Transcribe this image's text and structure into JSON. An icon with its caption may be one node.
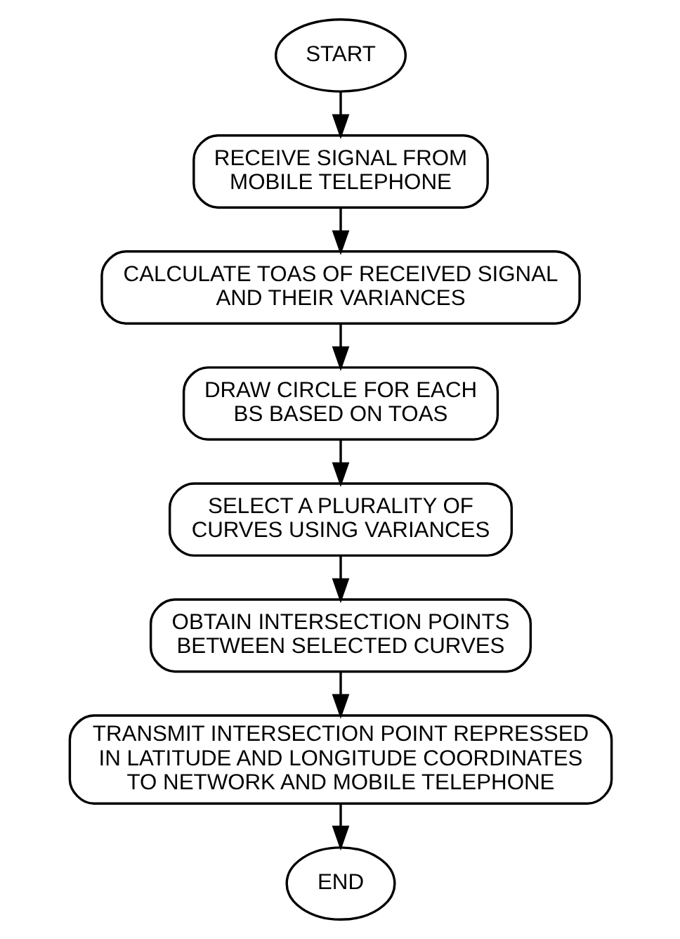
{
  "diagram": {
    "nodes": [
      {
        "text": [
          "START"
        ]
      },
      {
        "text": [
          "RECEIVE SIGNAL FROM MOBILE TELEPHONE"
        ]
      },
      {
        "text": [
          "CALCULATE TOAS OF RECEIVED SIGNAL AND THEIR VARIANCES"
        ]
      },
      {
        "text": [
          "DRAW CIRCLE FOR EACH BS BASED ON TOAS"
        ]
      },
      {
        "text": [
          "SELECT A PLURALITY OF CURVES USING VARIANCES"
        ]
      },
      {
        "text": [
          "OBTAIN INTERSECTION POINTS BETWEEN SELECTED CURVES"
        ]
      },
      {
        "text": [
          "TRANSMIT INTERSECTION POINT REPRESSED IN LATITUDE AND LONGITUDE COORDINATES TO NETWORK AND MOBILE TELEPHONE"
        ]
      },
      {
        "text": [
          "END"
        ]
      }
    ],
    "edges": [
      {
        "from": 0,
        "to": 1,
        "arrow": "to"
      },
      {
        "from": 1,
        "to": 2,
        "arrow": "to"
      },
      {
        "from": 2,
        "to": 3,
        "arrow": "to"
      },
      {
        "from": 3,
        "to": 4,
        "arrow": "to"
      },
      {
        "from": 4,
        "to": 5,
        "arrow": "to"
      },
      {
        "from": 5,
        "to": 6,
        "arrow": "to"
      },
      {
        "from": 6,
        "to": 7,
        "arrow": "to"
      }
    ]
  }
}
